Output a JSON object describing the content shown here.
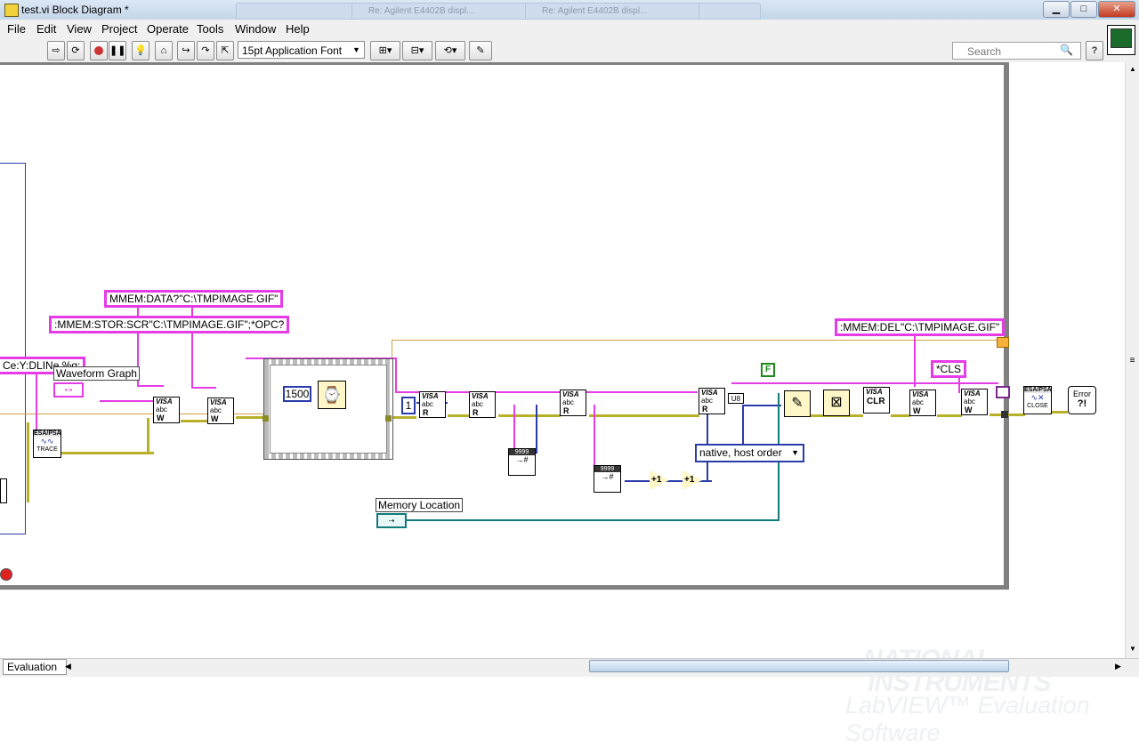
{
  "window": {
    "title": "test.vi Block Diagram *",
    "ghost_tabs": [
      "",
      "Re: Agilent E4402B displ...",
      "Re: Agilent E4402B displ...",
      ""
    ],
    "btn_min": "▁",
    "btn_max": "□",
    "btn_close": "✕"
  },
  "menu": [
    "File",
    "Edit",
    "View",
    "Project",
    "Operate",
    "Tools",
    "Window",
    "Help"
  ],
  "toolbar": {
    "font_select": "15pt Application Font",
    "search_placeholder": "Search",
    "help_label": "?"
  },
  "diagram": {
    "string_constants": {
      "mmem_data": "MMEM:DATA?\"C:\\TMPIMAGE.GIF\"",
      "mmem_stor": ":MMEM:STOR:SCR\"C:\\TMPIMAGE.GIF\";*OPC?",
      "trace_fmt": "Ce:Y:DLINe %g;",
      "mmem_del": ":MMEM:DEL\"C:\\TMPIMAGE.GIF\"",
      "cls": "*CLS"
    },
    "labels": {
      "waveform_graph": "Waveform Graph",
      "memory_location": "Memory Location"
    },
    "numeric_constants": {
      "wait_ms": "1500",
      "bytes_one": "1"
    },
    "enum": "native, host order",
    "boolean_false": "F",
    "node_text": {
      "visa": "VISA",
      "abc": "abc",
      "write": "W",
      "read": "R",
      "clr": "CLR",
      "esa_trace": "ESA/PSA",
      "trace": "TRACE",
      "esa_close": "ESA/PSA",
      "close": "CLOSE",
      "error": "Error",
      "error_icon": "?!",
      "plus1": "+1",
      "u8": "U8",
      "numtostr": "9999"
    }
  },
  "status": {
    "tab": "Evaluation"
  },
  "watermark": {
    "line1": "NATIONAL",
    "line2": "INSTRUMENTS",
    "line3": "LabVIEW™ Evaluation Software"
  }
}
